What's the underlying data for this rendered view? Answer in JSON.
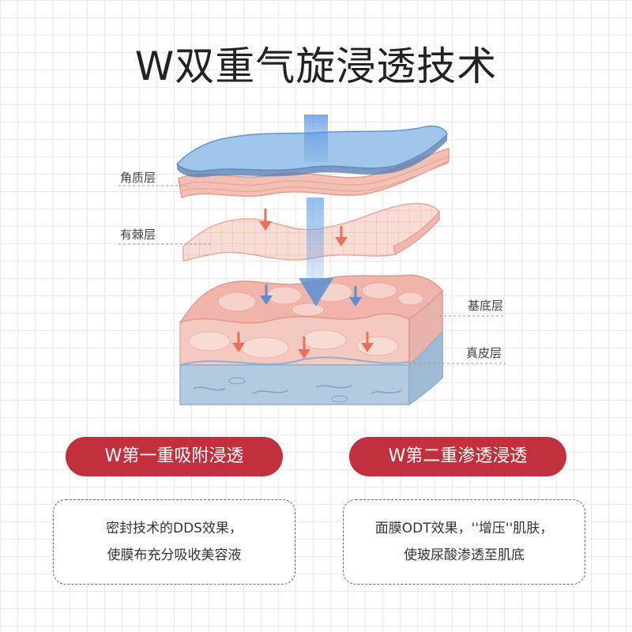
{
  "title": "W双重气旋浸透技术",
  "layers": {
    "stratum_corneum": "角质层",
    "stratum_spinosum": "有棘层",
    "stratum_basale": "基底层",
    "dermis": "真皮层"
  },
  "features": [
    {
      "label": "W第一重吸附浸透",
      "lines": [
        "密封技术的DDS效果，",
        "使膜布充分吸收美容液"
      ]
    },
    {
      "label": "W第二重渗透浸透",
      "lines": [
        "面膜ODT效果，''增压''肌肤，",
        "使玻尿酸渗透至肌底"
      ]
    }
  ],
  "colors": {
    "accent": "#c2303e",
    "film": "#8ab6e4",
    "skin": "#f3c6bd",
    "dermis": "#a9c3d9",
    "arrow_red": "#e8705a",
    "arrow_blue": "#5b8fd0"
  }
}
